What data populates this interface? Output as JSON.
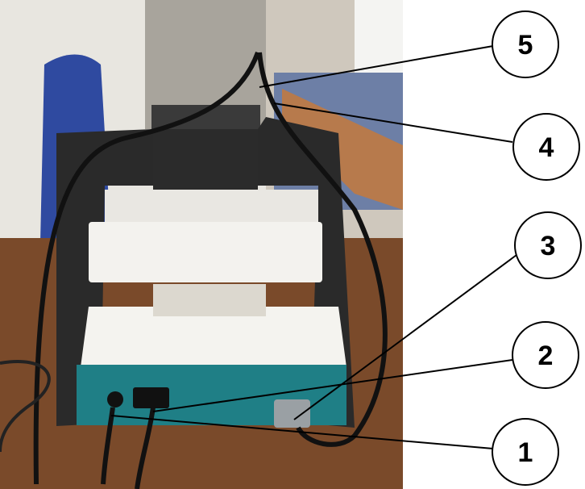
{
  "callouts": [
    {
      "label": "5",
      "target": "cable-entry-top"
    },
    {
      "label": "4",
      "target": "cable-entry-side"
    },
    {
      "label": "3",
      "target": "serial-connector"
    },
    {
      "label": "2",
      "target": "power-socket"
    },
    {
      "label": "1",
      "target": "round-connector"
    }
  ],
  "colors": {
    "housing_teal": "#1f7f86",
    "frame_black": "#2a2a2a",
    "panel_white": "#f1f0ec",
    "desk_brown": "#7a4a2a",
    "wall": "#e8e6e0"
  }
}
